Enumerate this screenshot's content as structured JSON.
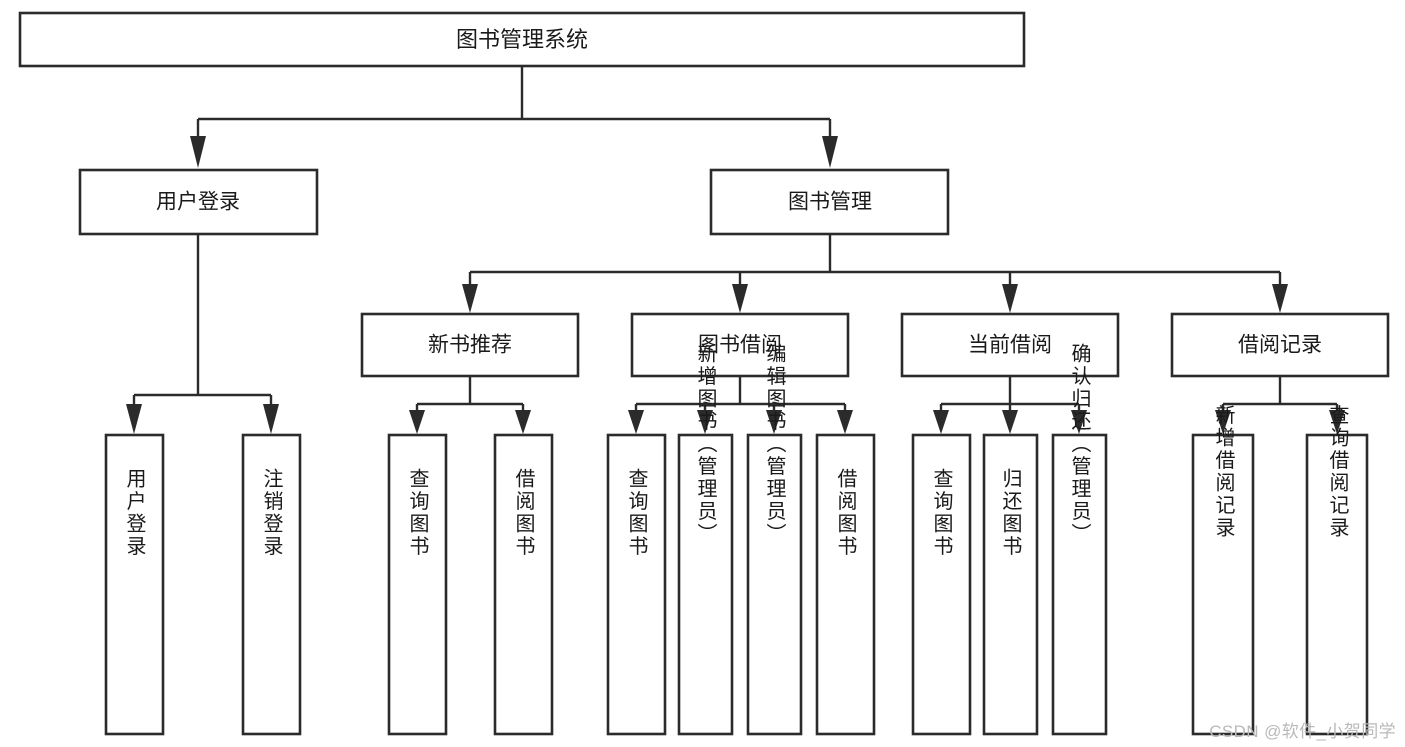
{
  "diagram": {
    "title": "图书管理系统",
    "type": "tree",
    "watermark": "CSDN @软件_小贺同学",
    "colors": {
      "box_stroke": "#2b2b2b",
      "box_fill": "#ffffff",
      "connector": "#2b2b2b",
      "text": "#1a1a1a",
      "watermark": "#b9b9b9",
      "background": "#ffffff"
    },
    "levels": {
      "root": {
        "label": "图书管理系统"
      },
      "level2": [
        {
          "label": "用户登录"
        },
        {
          "label": "图书管理"
        }
      ],
      "level3": [
        {
          "label": "新书推荐"
        },
        {
          "label": "图书借阅"
        },
        {
          "label": "当前借阅"
        },
        {
          "label": "借阅记录"
        }
      ],
      "leaves": {
        "user_login": [
          {
            "label": "用户登录"
          },
          {
            "label": "注销登录"
          }
        ],
        "new_book_recommend": [
          {
            "label": "查询图书"
          },
          {
            "label": "借阅图书"
          }
        ],
        "book_borrow": [
          {
            "label": "查询图书"
          },
          {
            "label": "新增图书（管理员）"
          },
          {
            "label": "编辑图书（管理员）"
          },
          {
            "label": "借阅图书"
          }
        ],
        "current_borrow": [
          {
            "label": "查询图书"
          },
          {
            "label": "归还图书"
          },
          {
            "label": "确认归还（管理员）"
          }
        ],
        "borrow_record": [
          {
            "label": "新增借阅记录"
          },
          {
            "label": "查询借阅记录"
          }
        ]
      }
    },
    "edges": [
      {
        "from": "图书管理系统",
        "to": "用户登录"
      },
      {
        "from": "图书管理系统",
        "to": "图书管理"
      },
      {
        "from": "用户登录",
        "to": "用户登录"
      },
      {
        "from": "用户登录",
        "to": "注销登录"
      },
      {
        "from": "图书管理",
        "to": "新书推荐"
      },
      {
        "from": "图书管理",
        "to": "图书借阅"
      },
      {
        "from": "图书管理",
        "to": "当前借阅"
      },
      {
        "from": "图书管理",
        "to": "借阅记录"
      },
      {
        "from": "新书推荐",
        "to": "查询图书"
      },
      {
        "from": "新书推荐",
        "to": "借阅图书"
      },
      {
        "from": "图书借阅",
        "to": "查询图书"
      },
      {
        "from": "图书借阅",
        "to": "新增图书（管理员）"
      },
      {
        "from": "图书借阅",
        "to": "编辑图书（管理员）"
      },
      {
        "from": "图书借阅",
        "to": "借阅图书"
      },
      {
        "from": "当前借阅",
        "to": "查询图书"
      },
      {
        "from": "当前借阅",
        "to": "归还图书"
      },
      {
        "from": "当前借阅",
        "to": "确认归还（管理员）"
      },
      {
        "from": "借阅记录",
        "to": "新增借阅记录"
      },
      {
        "from": "借阅记录",
        "to": "查询借阅记录"
      }
    ]
  }
}
